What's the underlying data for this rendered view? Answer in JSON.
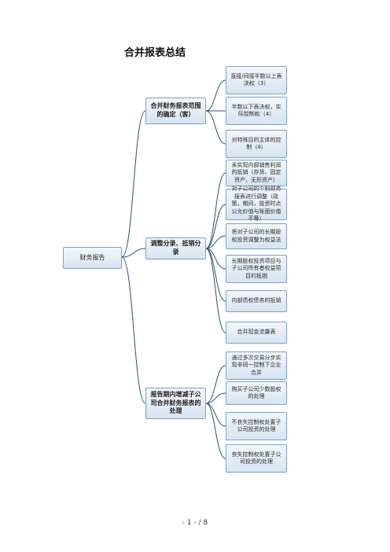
{
  "title": "合并报表总结",
  "root": {
    "label": "财务报告"
  },
  "branches": [
    {
      "label": "合并财务报表范围的确定（客）",
      "children": [
        "直接/间接半数以上表决权（3）",
        "半数以下表决权，实际控制权（4）",
        "对特殊目的主体的控制（4）"
      ]
    },
    {
      "label": "调整分录、抵销分录",
      "children": [
        "未实现内部销售利润的抵销（存货、固定资产、无形资产）",
        "对子公司的个别财务报表进行调整（政策，期间，投资时点公允价值与账面价值不等）",
        "将对子公司的长期股权投资调整为权益法",
        "长期股权投资项目与子公司所有者权益项目的抵销",
        "内部债权债务的抵销",
        "合并现金流量表"
      ]
    },
    {
      "label": "报告期内增减子公司合并财务报表的处理",
      "children": [
        "通过多次交易分步实现非同一控制下企业合并",
        "购买子公司少数股权的处理",
        "不丧失控制权处置子公司投资的处理",
        "丧失控制权处置子公司投资的处理"
      ]
    }
  ],
  "footer": "- 1 - / 8",
  "colors": {
    "line": "#2f4f6f",
    "node_border": "#7aa1c7",
    "node_fill": "#dfe9f4"
  }
}
